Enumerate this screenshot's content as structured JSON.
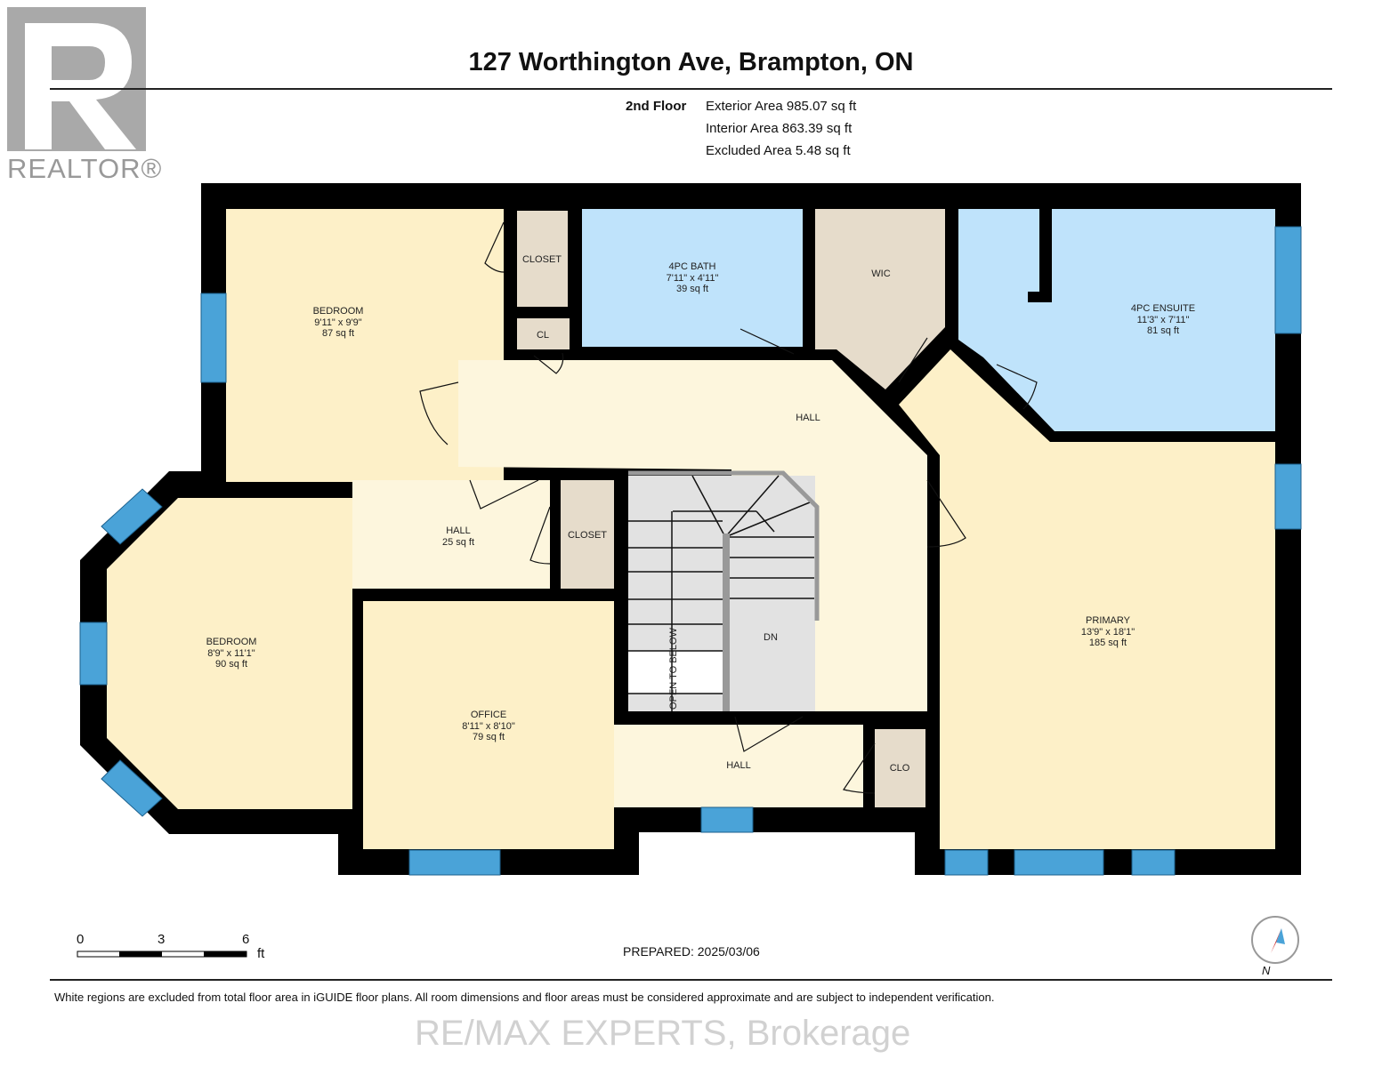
{
  "header": {
    "title": "127 Worthington Ave, Brampton, ON"
  },
  "logo": {
    "text": "REALTOR®"
  },
  "floor_info": {
    "floor": "2nd Floor",
    "exterior": "Exterior Area 985.07 sq ft",
    "interior": "Interior Area 863.39 sq ft",
    "excluded": "Excluded Area 5.48 sq ft"
  },
  "rooms": {
    "bedroom1": {
      "name": "BEDROOM",
      "dims": "9'11\" x 9'9\"",
      "area": "87 sq ft"
    },
    "closet1": {
      "name": "CLOSET"
    },
    "cl": {
      "name": "CL"
    },
    "bath": {
      "name": "4PC BATH",
      "dims": "7'11\" x 4'11\"",
      "area": "39 sq ft"
    },
    "wic": {
      "name": "WIC"
    },
    "ensuite": {
      "name": "4PC ENSUITE",
      "dims": "11'3\" x 7'11\"",
      "area": "81 sq ft"
    },
    "hall_upper": {
      "name": "HALL"
    },
    "hall_small": {
      "name": "HALL",
      "area": "25 sq ft"
    },
    "closet2": {
      "name": "CLOSET"
    },
    "bedroom2": {
      "name": "BEDROOM",
      "dims": "8'9\" x 11'1\"",
      "area": "90 sq ft"
    },
    "office": {
      "name": "OFFICE",
      "dims": "8'11\" x 8'10\"",
      "area": "79 sq ft"
    },
    "stairs": {
      "open": "OPEN TO BELOW",
      "dn": "DN"
    },
    "hall_lower": {
      "name": "HALL"
    },
    "clo": {
      "name": "CLO"
    },
    "primary": {
      "name": "PRIMARY",
      "dims": "13'9\" x 18'1\"",
      "area": "185 sq ft"
    }
  },
  "scale": {
    "ticks": [
      "0",
      "3",
      "6"
    ],
    "unit": "ft"
  },
  "prepared": "PREPARED: 2025/03/06",
  "compass": {
    "label": "N"
  },
  "footer": {
    "disclaimer": "White regions are excluded from total floor area in iGUIDE floor plans. All room dimensions and floor areas must be considered approximate and are subject to independent verification.",
    "watermark": "RE/MAX EXPERTS, Brokerage"
  },
  "colors": {
    "bedroom": "#fdf0c8",
    "bath": "#bfe3fb",
    "closet": "#e6dccb",
    "hall": "#fdf6dd",
    "wall": "#000000",
    "window": "#4aa3d8"
  }
}
